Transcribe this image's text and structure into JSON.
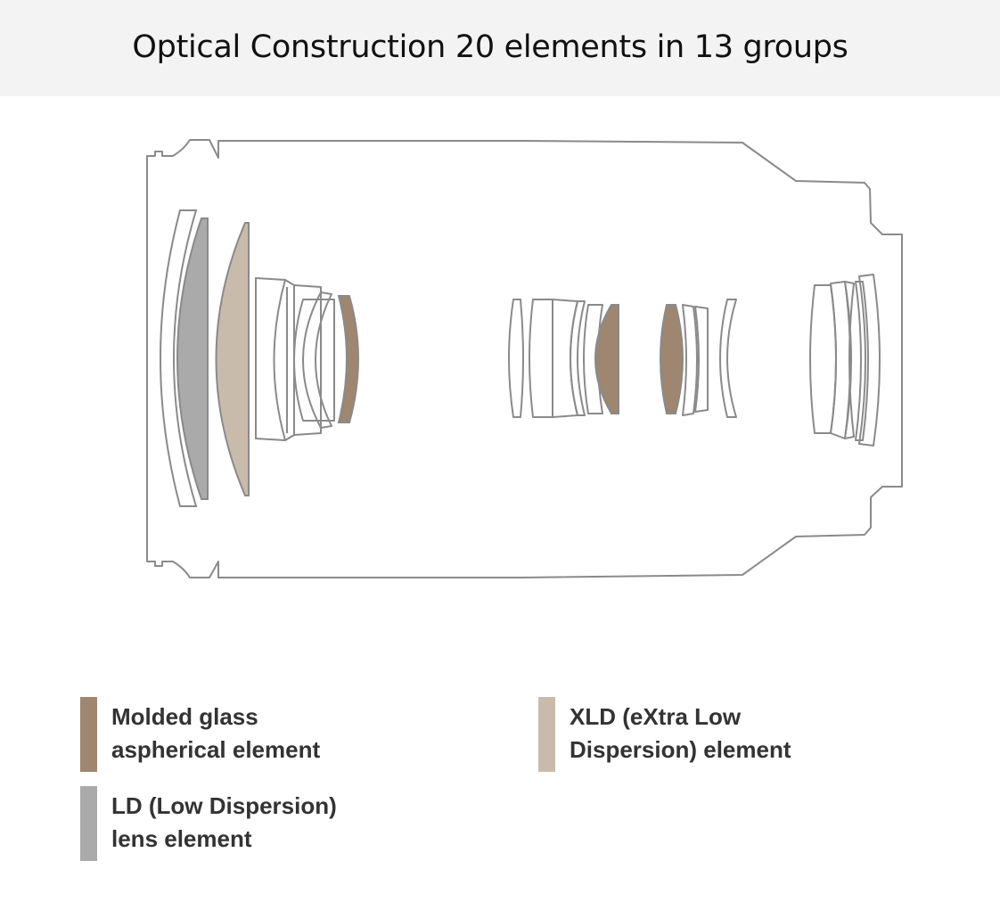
{
  "title": "Optical Construction 20 elements in 13 groups",
  "colors": {
    "molded_aspherical": "#9e8670",
    "ld": "#a9aaa9",
    "xld": "#c9bbab",
    "outline": "#8a8a8a"
  },
  "legend": [
    {
      "line1": "Molded glass",
      "line2": "aspherical element",
      "color": "#9e8670"
    },
    {
      "line1": "XLD (eXtra Low",
      "line2": "Dispersion) element",
      "color": "#c9bbab"
    },
    {
      "line1": "LD (Low Dispersion)",
      "line2": "lens element",
      "color": "#a9aaa9"
    }
  ]
}
